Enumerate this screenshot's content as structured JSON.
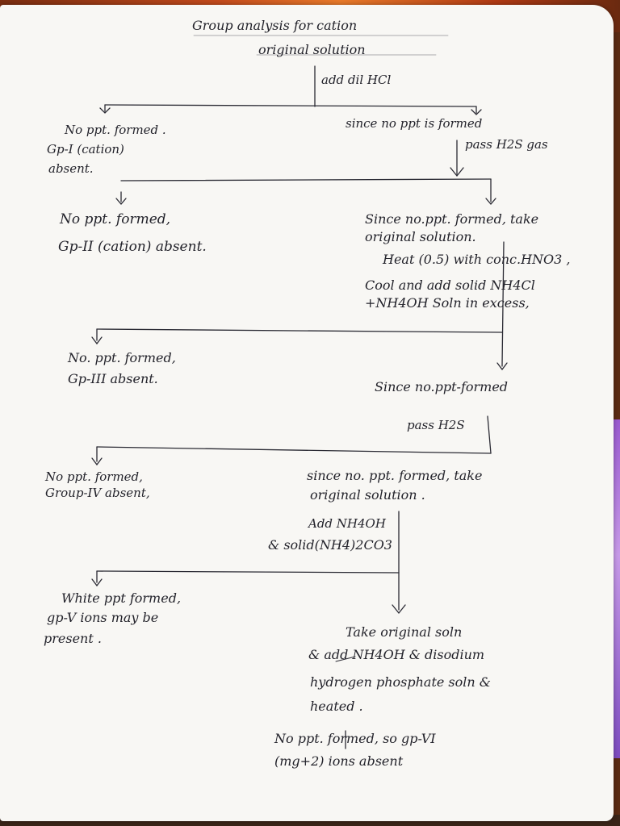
{
  "title": "Group analysis for cation",
  "subtitle": "original solution",
  "step_add_hcl": "add dil HCl",
  "n1_left": [
    "No ppt. formed .",
    "Gp-I (cation)",
    "absent."
  ],
  "n1_right": "since no ppt is formed",
  "step_pass_h2s_1": "pass H2S gas",
  "n2_left": [
    "No ppt. formed,",
    "Gp-II (cation) absent."
  ],
  "n2_right_a": [
    "Since no.ppt. formed, take",
    "original solution."
  ],
  "n2_right_b": [
    "Heat (0.5) with conc.HNO3 ,",
    "Cool and add solid NH4Cl",
    "+NH4OH Soln in excess,"
  ],
  "n3_left": [
    "No. ppt. formed,",
    "Gp-III absent."
  ],
  "n3_right": "Since no.ppt-formed",
  "step_pass_h2s_2": "pass H2S",
  "n4_left": [
    "No ppt. formed,",
    "Group-IV absent,"
  ],
  "n4_right": [
    "since no. ppt. formed, take",
    "original solution ."
  ],
  "step_add_nh4oh": [
    "Add NH4OH",
    "& solid(NH4)2CO3"
  ],
  "n5_left": [
    "White ppt formed,",
    "gp-V ions may be",
    "present ."
  ],
  "n5_right": [
    "Take original soln",
    "& add NH4OH & disodium",
    "hydrogen phosphate soln &",
    "heated ."
  ],
  "n6": [
    "No ppt. formed, so gp-VI",
    "(mg+2) ions absent"
  ]
}
